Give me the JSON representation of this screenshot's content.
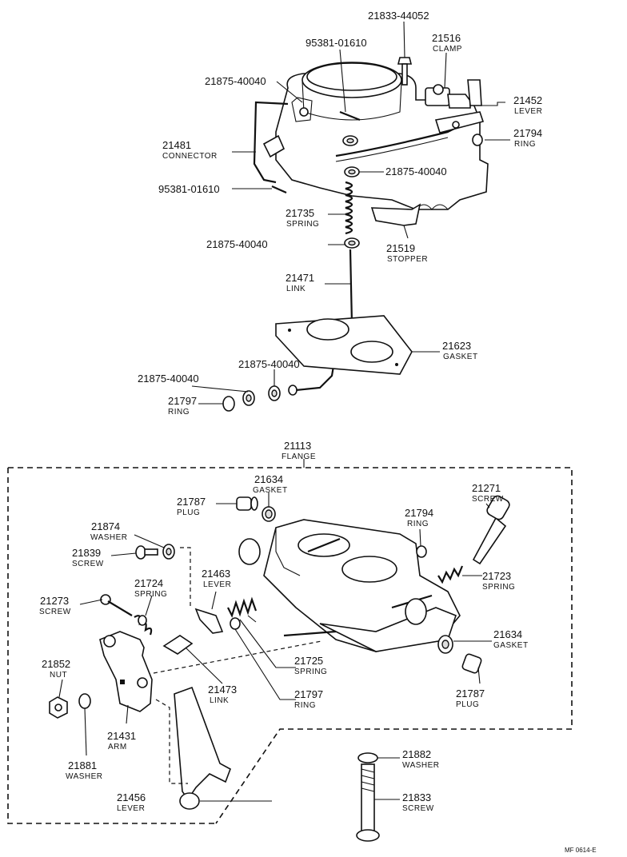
{
  "callouts": [
    {
      "id": "c1",
      "number": "21833-44052",
      "name": ""
    },
    {
      "id": "c2",
      "number": "95381-01610",
      "name": ""
    },
    {
      "id": "c3",
      "number": "21516",
      "name": "CLAMP"
    },
    {
      "id": "c4",
      "number": "21875-40040",
      "name": ""
    },
    {
      "id": "c5",
      "number": "21452",
      "name": "LEVER"
    },
    {
      "id": "c6",
      "number": "21794",
      "name": "RING"
    },
    {
      "id": "c7",
      "number": "21481",
      "name": "CONNECTOR"
    },
    {
      "id": "c8",
      "number": "21875-40040",
      "name": ""
    },
    {
      "id": "c9",
      "number": "95381-01610",
      "name": ""
    },
    {
      "id": "c10",
      "number": "21735",
      "name": "SPRING"
    },
    {
      "id": "c11",
      "number": "21875-40040",
      "name": ""
    },
    {
      "id": "c12",
      "number": "21519",
      "name": "STOPPER"
    },
    {
      "id": "c13",
      "number": "21471",
      "name": "LINK"
    },
    {
      "id": "c14",
      "number": "21623",
      "name": "GASKET"
    },
    {
      "id": "c15",
      "number": "21875-40040",
      "name": ""
    },
    {
      "id": "c16",
      "number": "21875-40040",
      "name": ""
    },
    {
      "id": "c17",
      "number": "21797",
      "name": "RING"
    },
    {
      "id": "c18",
      "number": "21113",
      "name": "FLANGE"
    },
    {
      "id": "c19",
      "number": "21634",
      "name": "GASKET"
    },
    {
      "id": "c20",
      "number": "21787",
      "name": "PLUG"
    },
    {
      "id": "c21",
      "number": "21271",
      "name": "SCREW"
    },
    {
      "id": "c22",
      "number": "21794",
      "name": "RING"
    },
    {
      "id": "c23",
      "number": "21874",
      "name": "WASHER"
    },
    {
      "id": "c24",
      "number": "21839",
      "name": "SCREW"
    },
    {
      "id": "c25",
      "number": "21463",
      "name": "LEVER"
    },
    {
      "id": "c26",
      "number": "21724",
      "name": "SPRING"
    },
    {
      "id": "c27",
      "number": "21723",
      "name": "SPRING"
    },
    {
      "id": "c28",
      "number": "21273",
      "name": "SCREW"
    },
    {
      "id": "c29",
      "number": "21634",
      "name": "GASKET"
    },
    {
      "id": "c30",
      "number": "21725",
      "name": "SPRING"
    },
    {
      "id": "c31",
      "number": "21852",
      "name": "NUT"
    },
    {
      "id": "c32",
      "number": "21473",
      "name": "LINK"
    },
    {
      "id": "c33",
      "number": "21787",
      "name": "PLUG"
    },
    {
      "id": "c34",
      "number": "21797",
      "name": "RING"
    },
    {
      "id": "c35",
      "number": "21431",
      "name": "ARM"
    },
    {
      "id": "c36",
      "number": "21881",
      "name": "WASHER"
    },
    {
      "id": "c37",
      "number": "21882",
      "name": "WASHER"
    },
    {
      "id": "c38",
      "number": "21456",
      "name": "LEVER"
    },
    {
      "id": "c39",
      "number": "21833",
      "name": "SCREW"
    }
  ],
  "figure_code": "MF 0614-E"
}
